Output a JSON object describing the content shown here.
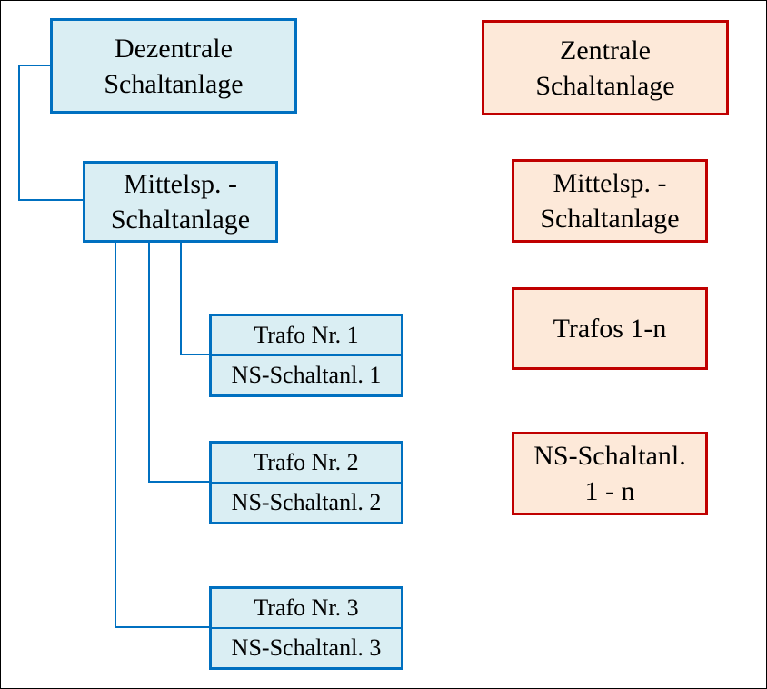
{
  "left": {
    "top": {
      "line1": "Dezentrale",
      "line2": "Schaltanlage"
    },
    "mid": {
      "line1": "Mittelsp. -",
      "line2": "Schaltanlage"
    },
    "units": [
      {
        "trafo": "Trafo Nr. 1",
        "ns": "NS-Schaltanl. 1"
      },
      {
        "trafo": "Trafo Nr. 2",
        "ns": "NS-Schaltanl. 2"
      },
      {
        "trafo": "Trafo Nr. 3",
        "ns": "NS-Schaltanl. 3"
      }
    ]
  },
  "right": {
    "top": {
      "line1": "Zentrale",
      "line2": "Schaltanlage"
    },
    "mid": {
      "line1": "Mittelsp. -",
      "line2": "Schaltanlage"
    },
    "trafos": "Trafos 1-n",
    "ns": {
      "line1": "NS-Schaltanl.",
      "line2": "1 - n"
    }
  },
  "colors": {
    "blue_border": "#0070C0",
    "blue_fill": "#DAEEF3",
    "red_border": "#C00000",
    "red_fill": "#FDE9D9"
  }
}
